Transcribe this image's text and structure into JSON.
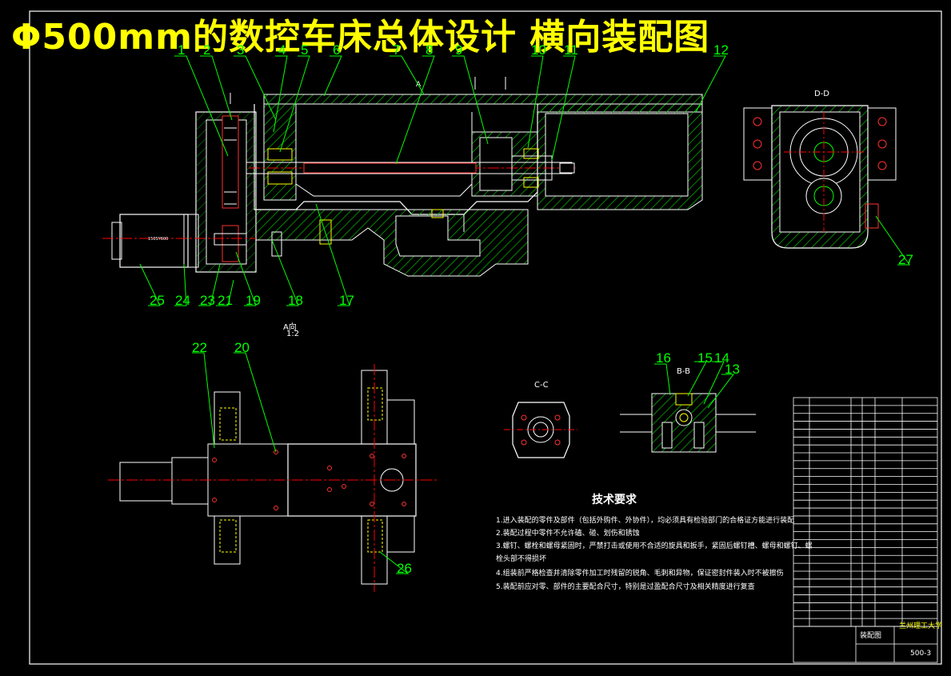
{
  "title": "Φ500mm的数控车床总体设计 横向装配图",
  "part_labels": [
    "1",
    "2",
    "3",
    "4",
    "5",
    "6",
    "7",
    "8",
    "9",
    "10",
    "11",
    "12",
    "13",
    "14",
    "15",
    "16",
    "17",
    "18",
    "19",
    "20",
    "21",
    "22",
    "23",
    "24",
    "25",
    "26",
    "27"
  ],
  "view_labels": {
    "dd": "D-D",
    "arrow_a": "A向",
    "scale": "1:2",
    "cc": "C-C",
    "bb": "B-B"
  },
  "tech_req": {
    "title": "技术要求",
    "items": [
      "1.进入装配的零件及部件（包括外购件、外协件），均必须具有检验部门的合格证方能进行装配",
      "2.装配过程中零件不允许磕、碰、划伤和锈蚀",
      "3.螺钉、螺栓和螺母紧固时，严禁打击或使用不合适的旋具和扳手，紧固后螺钉槽、螺母和螺钉、螺",
      "栓头部不得损坏",
      "4.组装前严格检查并清除零件加工时残留的锐角、毛刺和异物，保证密封件装入时不被擦伤",
      "5.装配前应对零、部件的主要配合尺寸，特别是过盈配合尺寸及相关精度进行复查"
    ]
  },
  "title_block": {
    "drawing_name": "装配图",
    "school": "兰州理工大学",
    "drawing_no": "500-3"
  },
  "colors": {
    "background": "#000000",
    "title": "#ffff00",
    "leader": "#00ff00",
    "hatch": "#00ff00",
    "outline": "#ffffff",
    "centerline": "#ff0000",
    "hidden": "#ffff00",
    "text": "#ffffff"
  }
}
